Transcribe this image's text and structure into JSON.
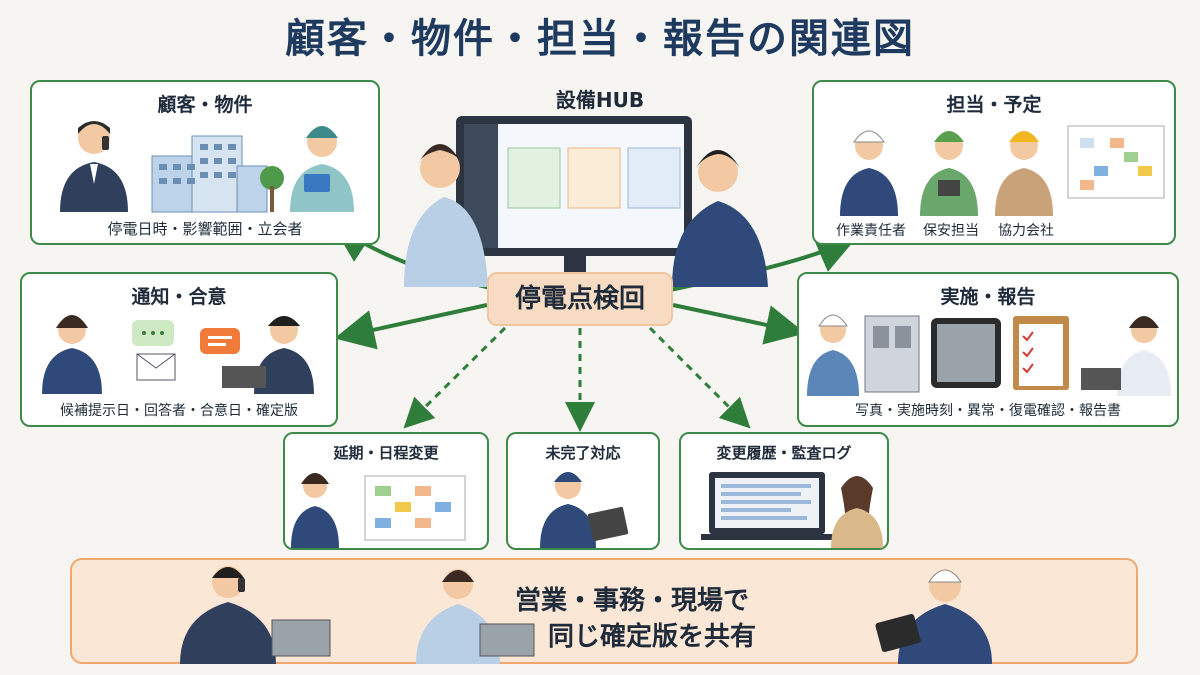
{
  "title": "顧客・物件・担当・報告の関連図",
  "hub": {
    "label": "設備HUB"
  },
  "center": {
    "label": "停電点検回"
  },
  "panels": {
    "customer": {
      "title": "顧客・物件",
      "caption": "停電日時・影響範囲・立会者"
    },
    "assignment": {
      "title": "担当・予定",
      "roles": [
        "作業責任者",
        "保安担当",
        "協力会社"
      ]
    },
    "notification": {
      "title": "通知・合意",
      "caption": "候補提示日・回答者・合意日・確定版"
    },
    "execution": {
      "title": "実施・報告",
      "caption": "写真・実施時刻・異常・復電確認・報告書"
    },
    "postpone": {
      "title": "延期・日程変更"
    },
    "incomplete": {
      "title": "未完了対応"
    },
    "history": {
      "title": "変更履歴・監査ログ"
    }
  },
  "bottom": {
    "line1": "営業・事務・現場で",
    "line2": "同じ確定版を共有"
  },
  "colors": {
    "panel_border": "#3f8a4a",
    "arrow": "#2f7d3a",
    "center_fill": "#f7dcc3",
    "bottom_fill": "#fbe7d6",
    "title": "#1f3a5f"
  }
}
